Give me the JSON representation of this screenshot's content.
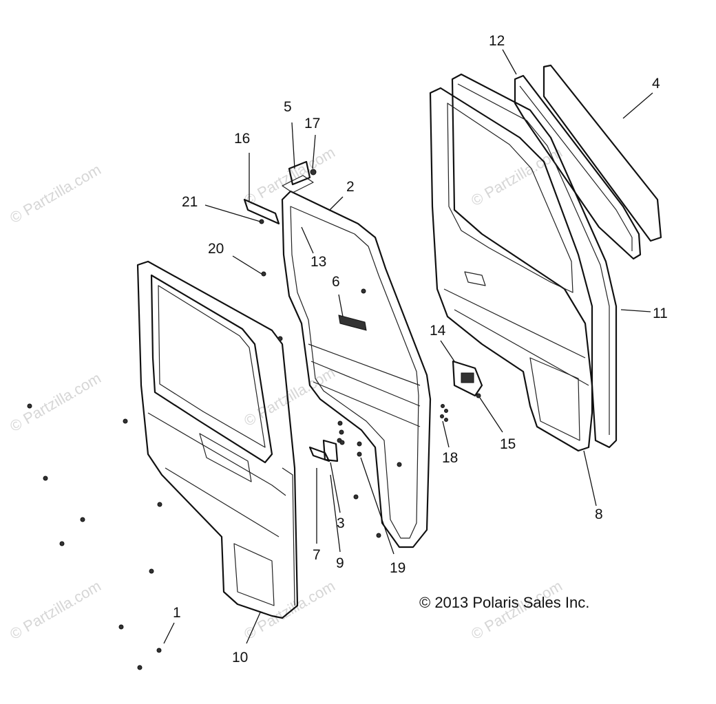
{
  "copyright": "© 2013 Polaris Sales Inc.",
  "watermark": "© Partzilla.com",
  "callouts": {
    "c1": "1",
    "c2": "2",
    "c3": "3",
    "c4": "4",
    "c5": "5",
    "c6": "6",
    "c7": "7",
    "c8": "8",
    "c9": "9",
    "c10": "10",
    "c11": "11",
    "c12": "12",
    "c13": "13",
    "c14": "14",
    "c15": "15",
    "c16": "16",
    "c17": "17",
    "c18": "18",
    "c19": "19",
    "c20": "20",
    "c21": "21"
  },
  "colors": {
    "line": "#111111",
    "watermark": "#d6d6d6",
    "background": "#ffffff"
  }
}
